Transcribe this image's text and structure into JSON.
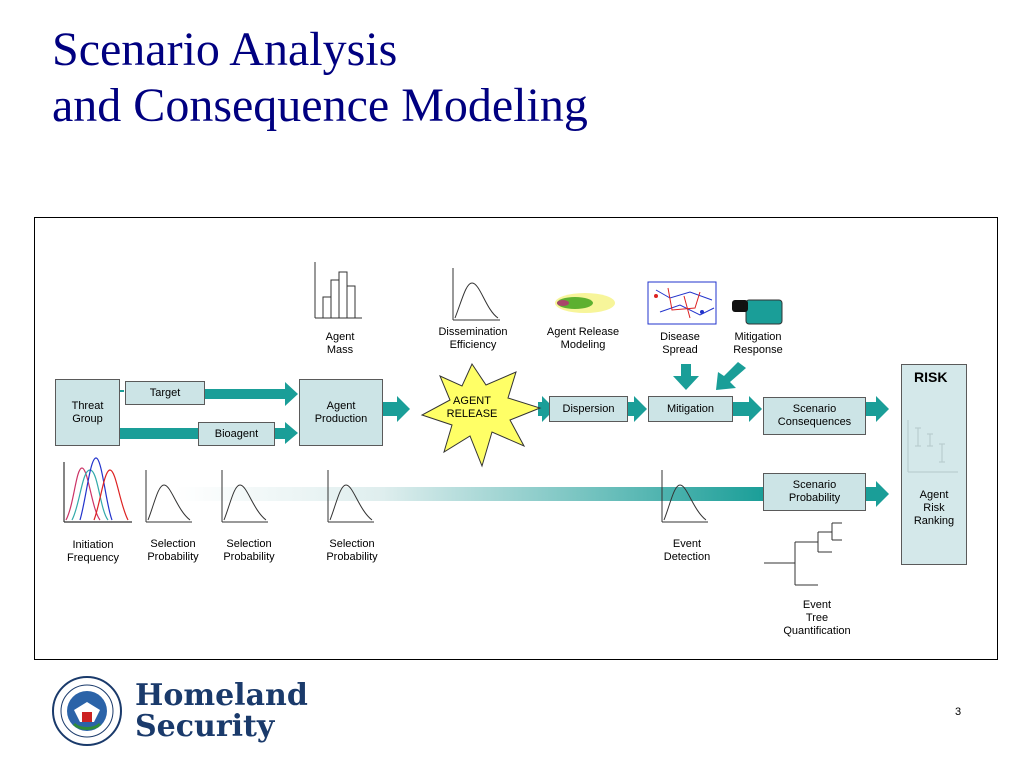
{
  "title": {
    "line1": "Scenario Analysis",
    "line2": "and Consequence Modeling"
  },
  "boxes": {
    "threat_group": "Threat\nGroup",
    "target": "Target",
    "bioagent": "Bioagent",
    "agent_production": "Agent\nProduction",
    "agent_release": "AGENT\nRELEASE",
    "dispersion": "Dispersion",
    "mitigation": "Mitigation",
    "scenario_consequences": "Scenario\nConsequences",
    "scenario_probability": "Scenario\nProbability",
    "risk": "RISK",
    "agent_risk_ranking": "Agent\nRisk\nRanking"
  },
  "labels": {
    "agent_mass": "Agent\nMass",
    "dissemination_efficiency": "Dissemination\nEfficiency",
    "agent_release_modeling": "Agent Release\nModeling",
    "disease_spread": "Disease\nSpread",
    "mitigation_response": "Mitigation\nResponse",
    "initiation_frequency": "Initiation\nFrequency",
    "selection_probability_1": "Selection\nProbability",
    "selection_probability_2": "Selection\nProbability",
    "selection_probability_3": "Selection\nProbability",
    "event_detection": "Event\nDetection",
    "event_tree_quantification": "Event\nTree\nQuantification"
  },
  "footer": {
    "logo_line1": "Homeland",
    "logo_line2": "Security",
    "page_number": "3"
  },
  "colors": {
    "teal": "#1a9e98",
    "box_fill": "#cce4e6",
    "title": "#000080",
    "star": "#ffff66"
  }
}
